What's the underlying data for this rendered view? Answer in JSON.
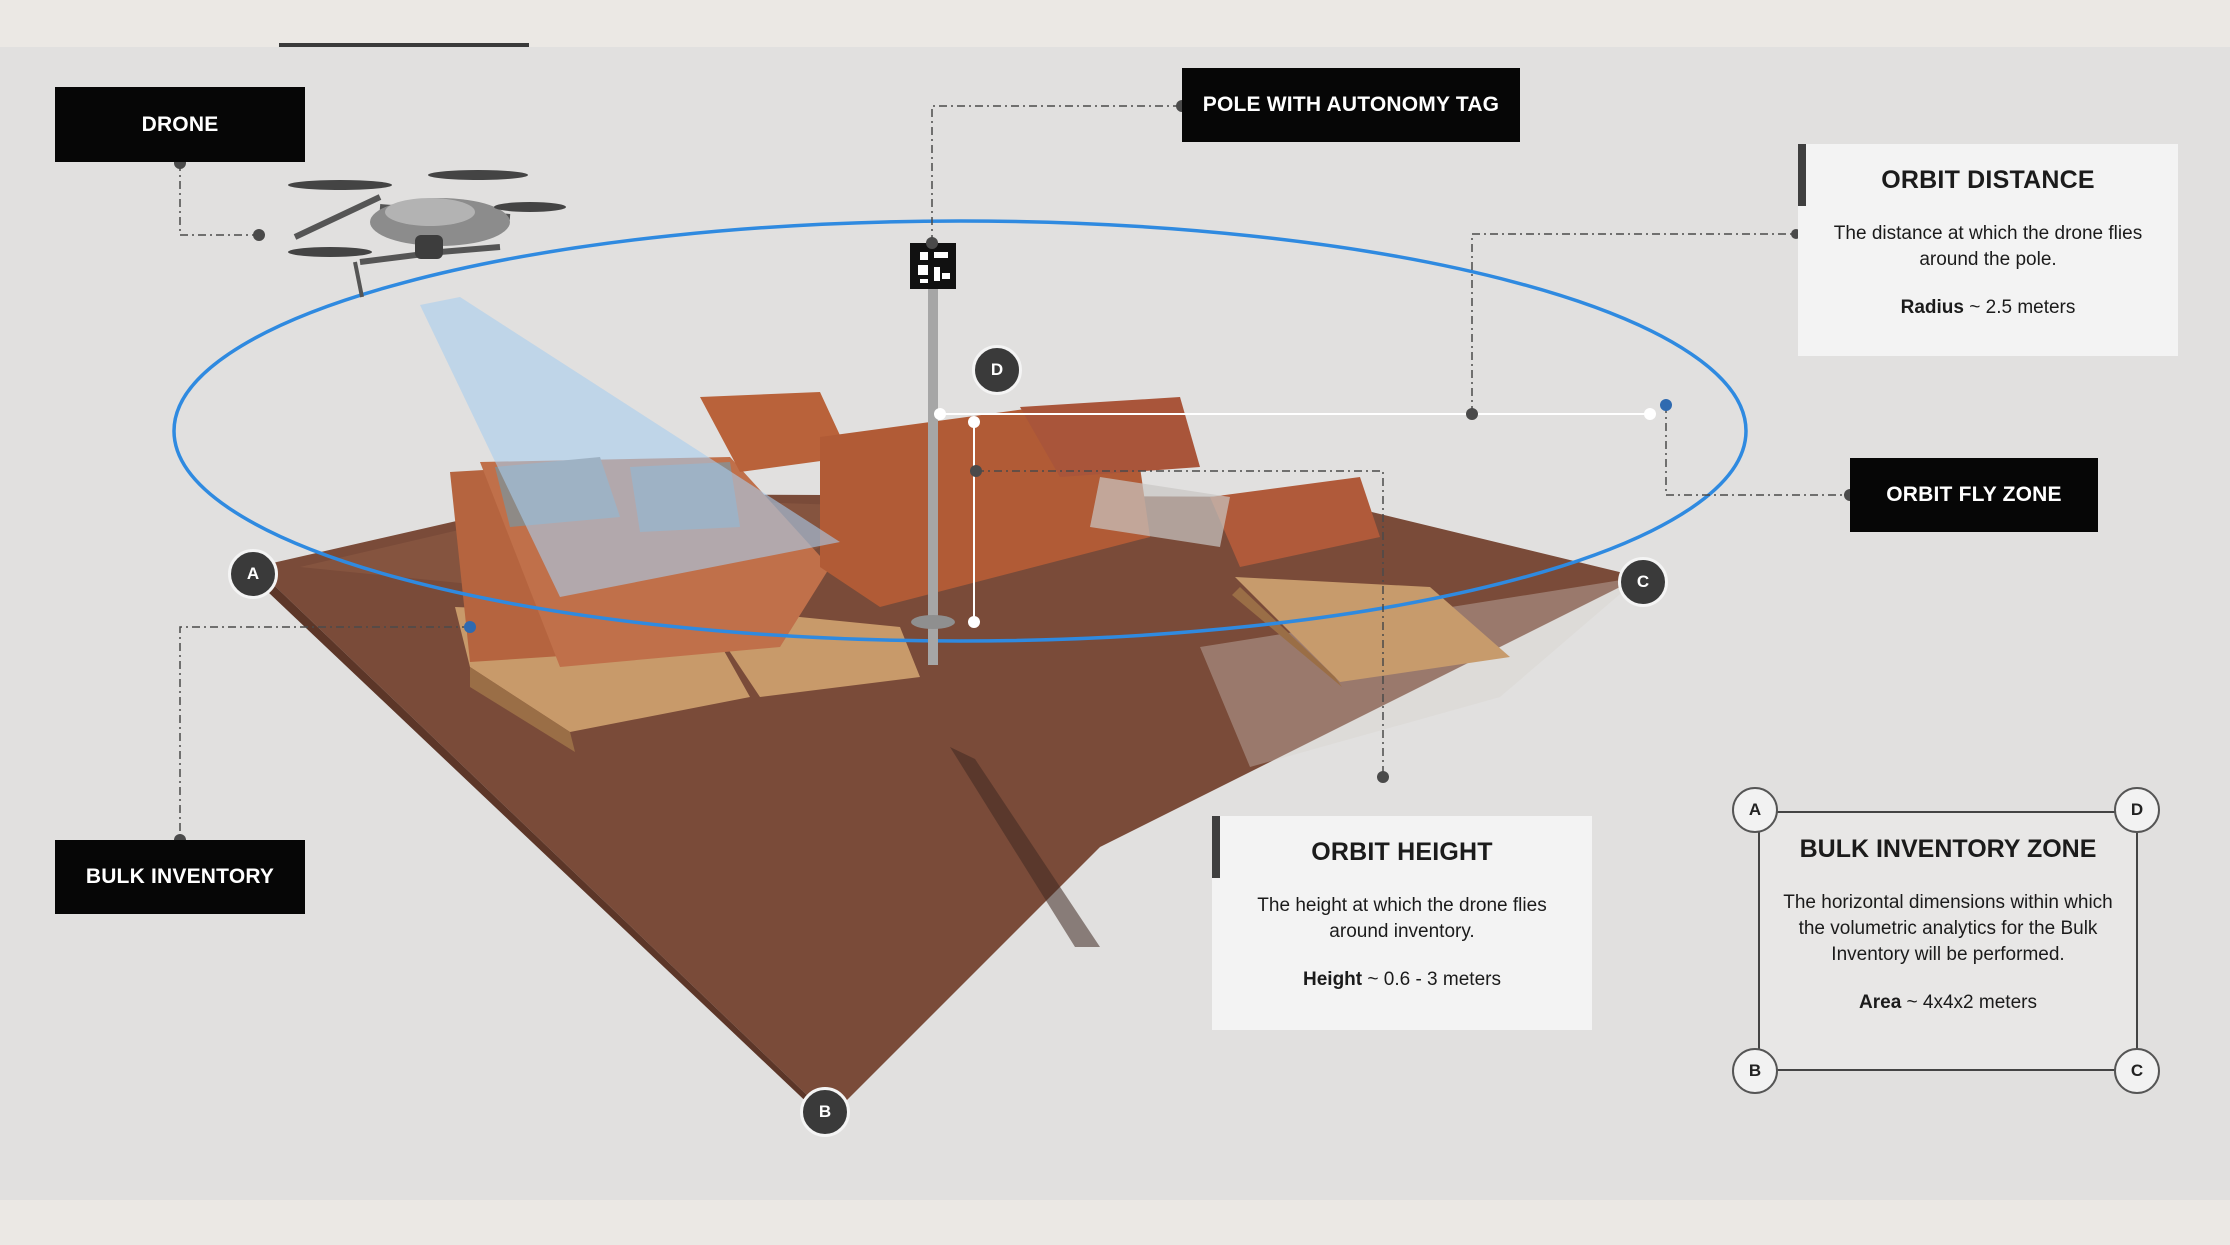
{
  "labels": {
    "drone": "DRONE",
    "pole_tag": "POLE WITH AUTONOMY TAG",
    "orbit_fly_zone": "ORBIT FLY ZONE",
    "bulk_inventory": "BULK INVENTORY"
  },
  "orbit_distance": {
    "title": "ORBIT DISTANCE",
    "description": "The distance at which the drone flies around the pole.",
    "metric_label": "Radius",
    "metric_value": " ~ 2.5 meters"
  },
  "orbit_height": {
    "title": "ORBIT HEIGHT",
    "description": "The height at which the drone flies around inventory.",
    "metric_label": "Height",
    "metric_value": " ~ 0.6 - 3 meters"
  },
  "bulk_inventory_zone": {
    "title": "BULK INVENTORY ZONE",
    "description": "The horizontal dimensions within which the volumetric analytics for the Bulk Inventory will be performed.",
    "metric_label": "Area",
    "metric_value": " ~ 4x4x2 meters",
    "corners": [
      "A",
      "D",
      "B",
      "C"
    ]
  },
  "scene_markers": [
    "A",
    "B",
    "C",
    "D"
  ],
  "colors": {
    "orbit_ring": "#2f8ae0",
    "label_bg": "#060606",
    "floor": "#7a4a38",
    "boxes": "#b5643f",
    "pallet": "#c89a6a",
    "camera_cone": "#a9cdef"
  }
}
